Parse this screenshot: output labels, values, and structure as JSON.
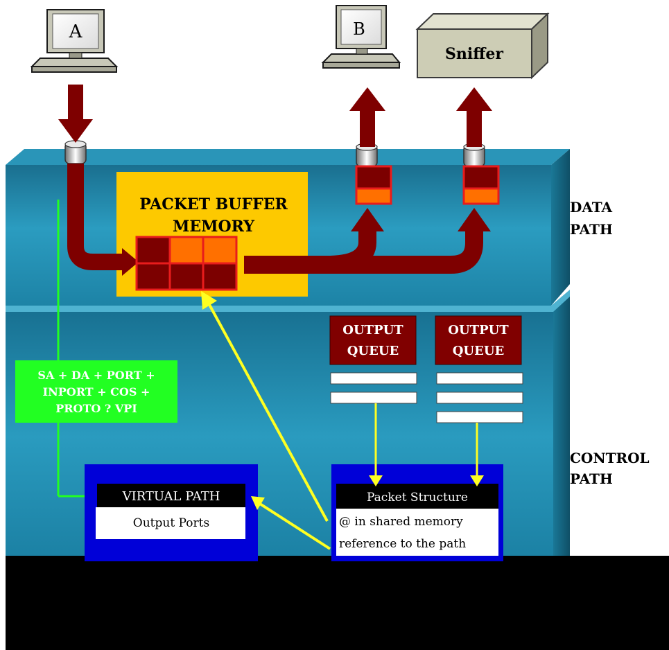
{
  "nodes": {
    "computer_a": {
      "label": "A"
    },
    "computer_b": {
      "label": "B"
    },
    "sniffer": {
      "label": "Sniffer"
    }
  },
  "buffer": {
    "title_line1": "PACKET BUFFER",
    "title_line2": "MEMORY"
  },
  "side_labels": {
    "data_path": {
      "line1": "DATA",
      "line2": "PATH"
    },
    "control_path": {
      "line1": "CONTROL",
      "line2": "PATH"
    }
  },
  "queues": [
    {
      "line1": "OUTPUT",
      "line2": "QUEUE",
      "slots": 2
    },
    {
      "line1": "OUTPUT",
      "line2": "QUEUE",
      "slots": 3
    }
  ],
  "lookup": {
    "line1": "SA + DA + PORT +",
    "line2": "INPORT + COS +",
    "line3": "PROTO ?  VPI"
  },
  "virtual_path": {
    "header": "VIRTUAL PATH",
    "body": "Output Ports"
  },
  "packet_structure": {
    "header": "Packet Structure",
    "line1": "@ in shared memory",
    "line2": "reference to the path"
  },
  "colors": {
    "teal_face": "#1f87a9",
    "teal_top": "#2fa0c3",
    "buffer_yellow": "#fdc900",
    "cell_dark_red": "#7c0000",
    "cell_orange": "#ff7000",
    "cell_red": "#e81c1c",
    "arrow_red": "#7e0000",
    "queue_box": "#800000",
    "lookup_green": "#22ff22",
    "flow_yellow": "#ffff22",
    "vp_blue": "#0000d8",
    "sniffer_gray": "#cdcdb5"
  }
}
